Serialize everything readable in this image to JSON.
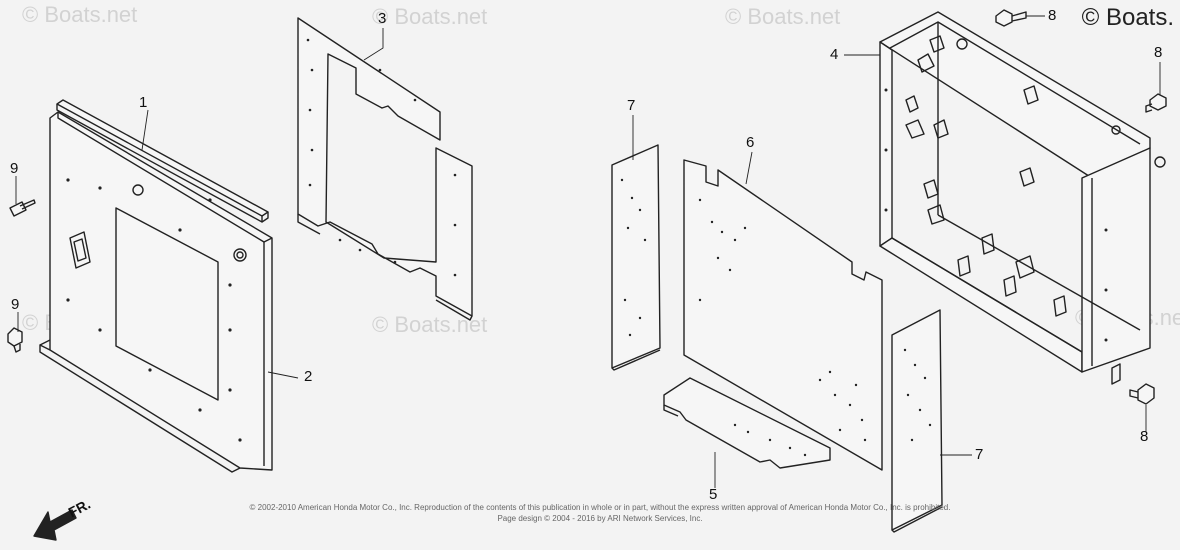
{
  "watermark": {
    "brand_text": "© Boats.net",
    "corner_text": "© Boats."
  },
  "callouts": [
    "1",
    "2",
    "3",
    "4",
    "5",
    "6",
    "7",
    "7",
    "8",
    "8",
    "8",
    "9",
    "9"
  ],
  "direction_label": "FR.",
  "copyright": {
    "line1": "© 2002-2010 American Honda Motor Co., Inc. Reproduction of the contents of this publication in whole or in part, without the express written approval of American Honda Motor Co., Inc. is prohibited.",
    "line2": "Page design © 2004 - 2016 by ARI Network Services, Inc."
  },
  "colors": {
    "line": "#222222",
    "panel_fill": "#f6f6f6",
    "background": "#f3f3f3",
    "watermark": "#d2d2d2"
  }
}
